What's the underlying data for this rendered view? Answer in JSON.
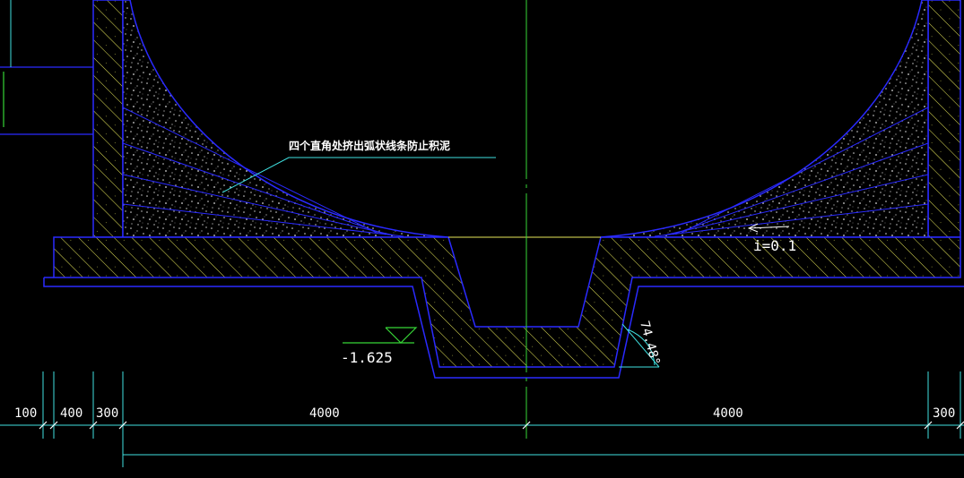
{
  "annotation": {
    "note": "四个直角处挤出弧状线条防止积泥",
    "slope": "i=0.1",
    "elevation": "-1.625",
    "angle": "74.48°"
  },
  "dimensions": {
    "d1": "100",
    "d2": "400",
    "d3": "300",
    "d4": "4000",
    "d5": "4000",
    "d6": "300"
  },
  "colors": {
    "background": "#000000",
    "outline": "#2a2aff",
    "hatch": "#e8e85a",
    "fill_dots": "#d8d8d8",
    "dimension": "#3fe0e0",
    "centerline": "#37d637",
    "marker": "#37d637",
    "text": "#ffffff"
  }
}
